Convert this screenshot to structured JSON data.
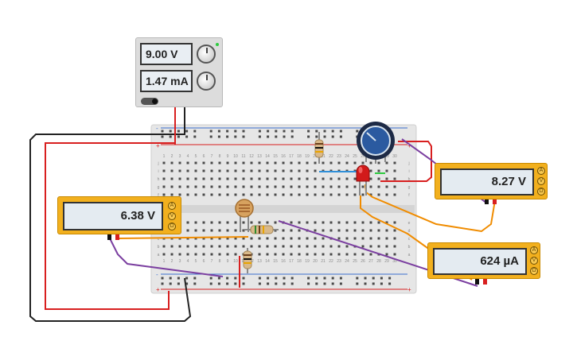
{
  "power_supply": {
    "voltage": "9.00 V",
    "current": "1.47 mA"
  },
  "multimeters": [
    {
      "id": "meter-left",
      "reading": "6.38 V",
      "buttons": [
        "A",
        "V",
        "Ω"
      ]
    },
    {
      "id": "meter-right-top",
      "reading": "8.27 V",
      "buttons": [
        "A",
        "V",
        "Ω"
      ]
    },
    {
      "id": "meter-right-bottom",
      "reading": "624 µA",
      "buttons": [
        "A",
        "V",
        "Ω"
      ]
    }
  ],
  "breadboard": {
    "column_count": 30,
    "row_letters_top": [
      "j",
      "i",
      "h",
      "g",
      "f"
    ],
    "row_letters_bottom": [
      "e",
      "d",
      "c",
      "b",
      "a"
    ],
    "rail_symbols": [
      "+",
      "-"
    ]
  },
  "colors": {
    "wire_red": "#d81f1f",
    "wire_black": "#222222",
    "wire_orange": "#f08c00",
    "wire_purple": "#7b3fa0",
    "wire_blue": "#2f8fd8",
    "wire_green": "#2ecc40",
    "meter_body": "#f2b01e",
    "board": "#e6e6e6"
  },
  "icons": [
    "knob-icon",
    "power-switch-icon",
    "potentiometer-icon",
    "led-icon",
    "photoresistor-icon",
    "resistor-icon"
  ]
}
